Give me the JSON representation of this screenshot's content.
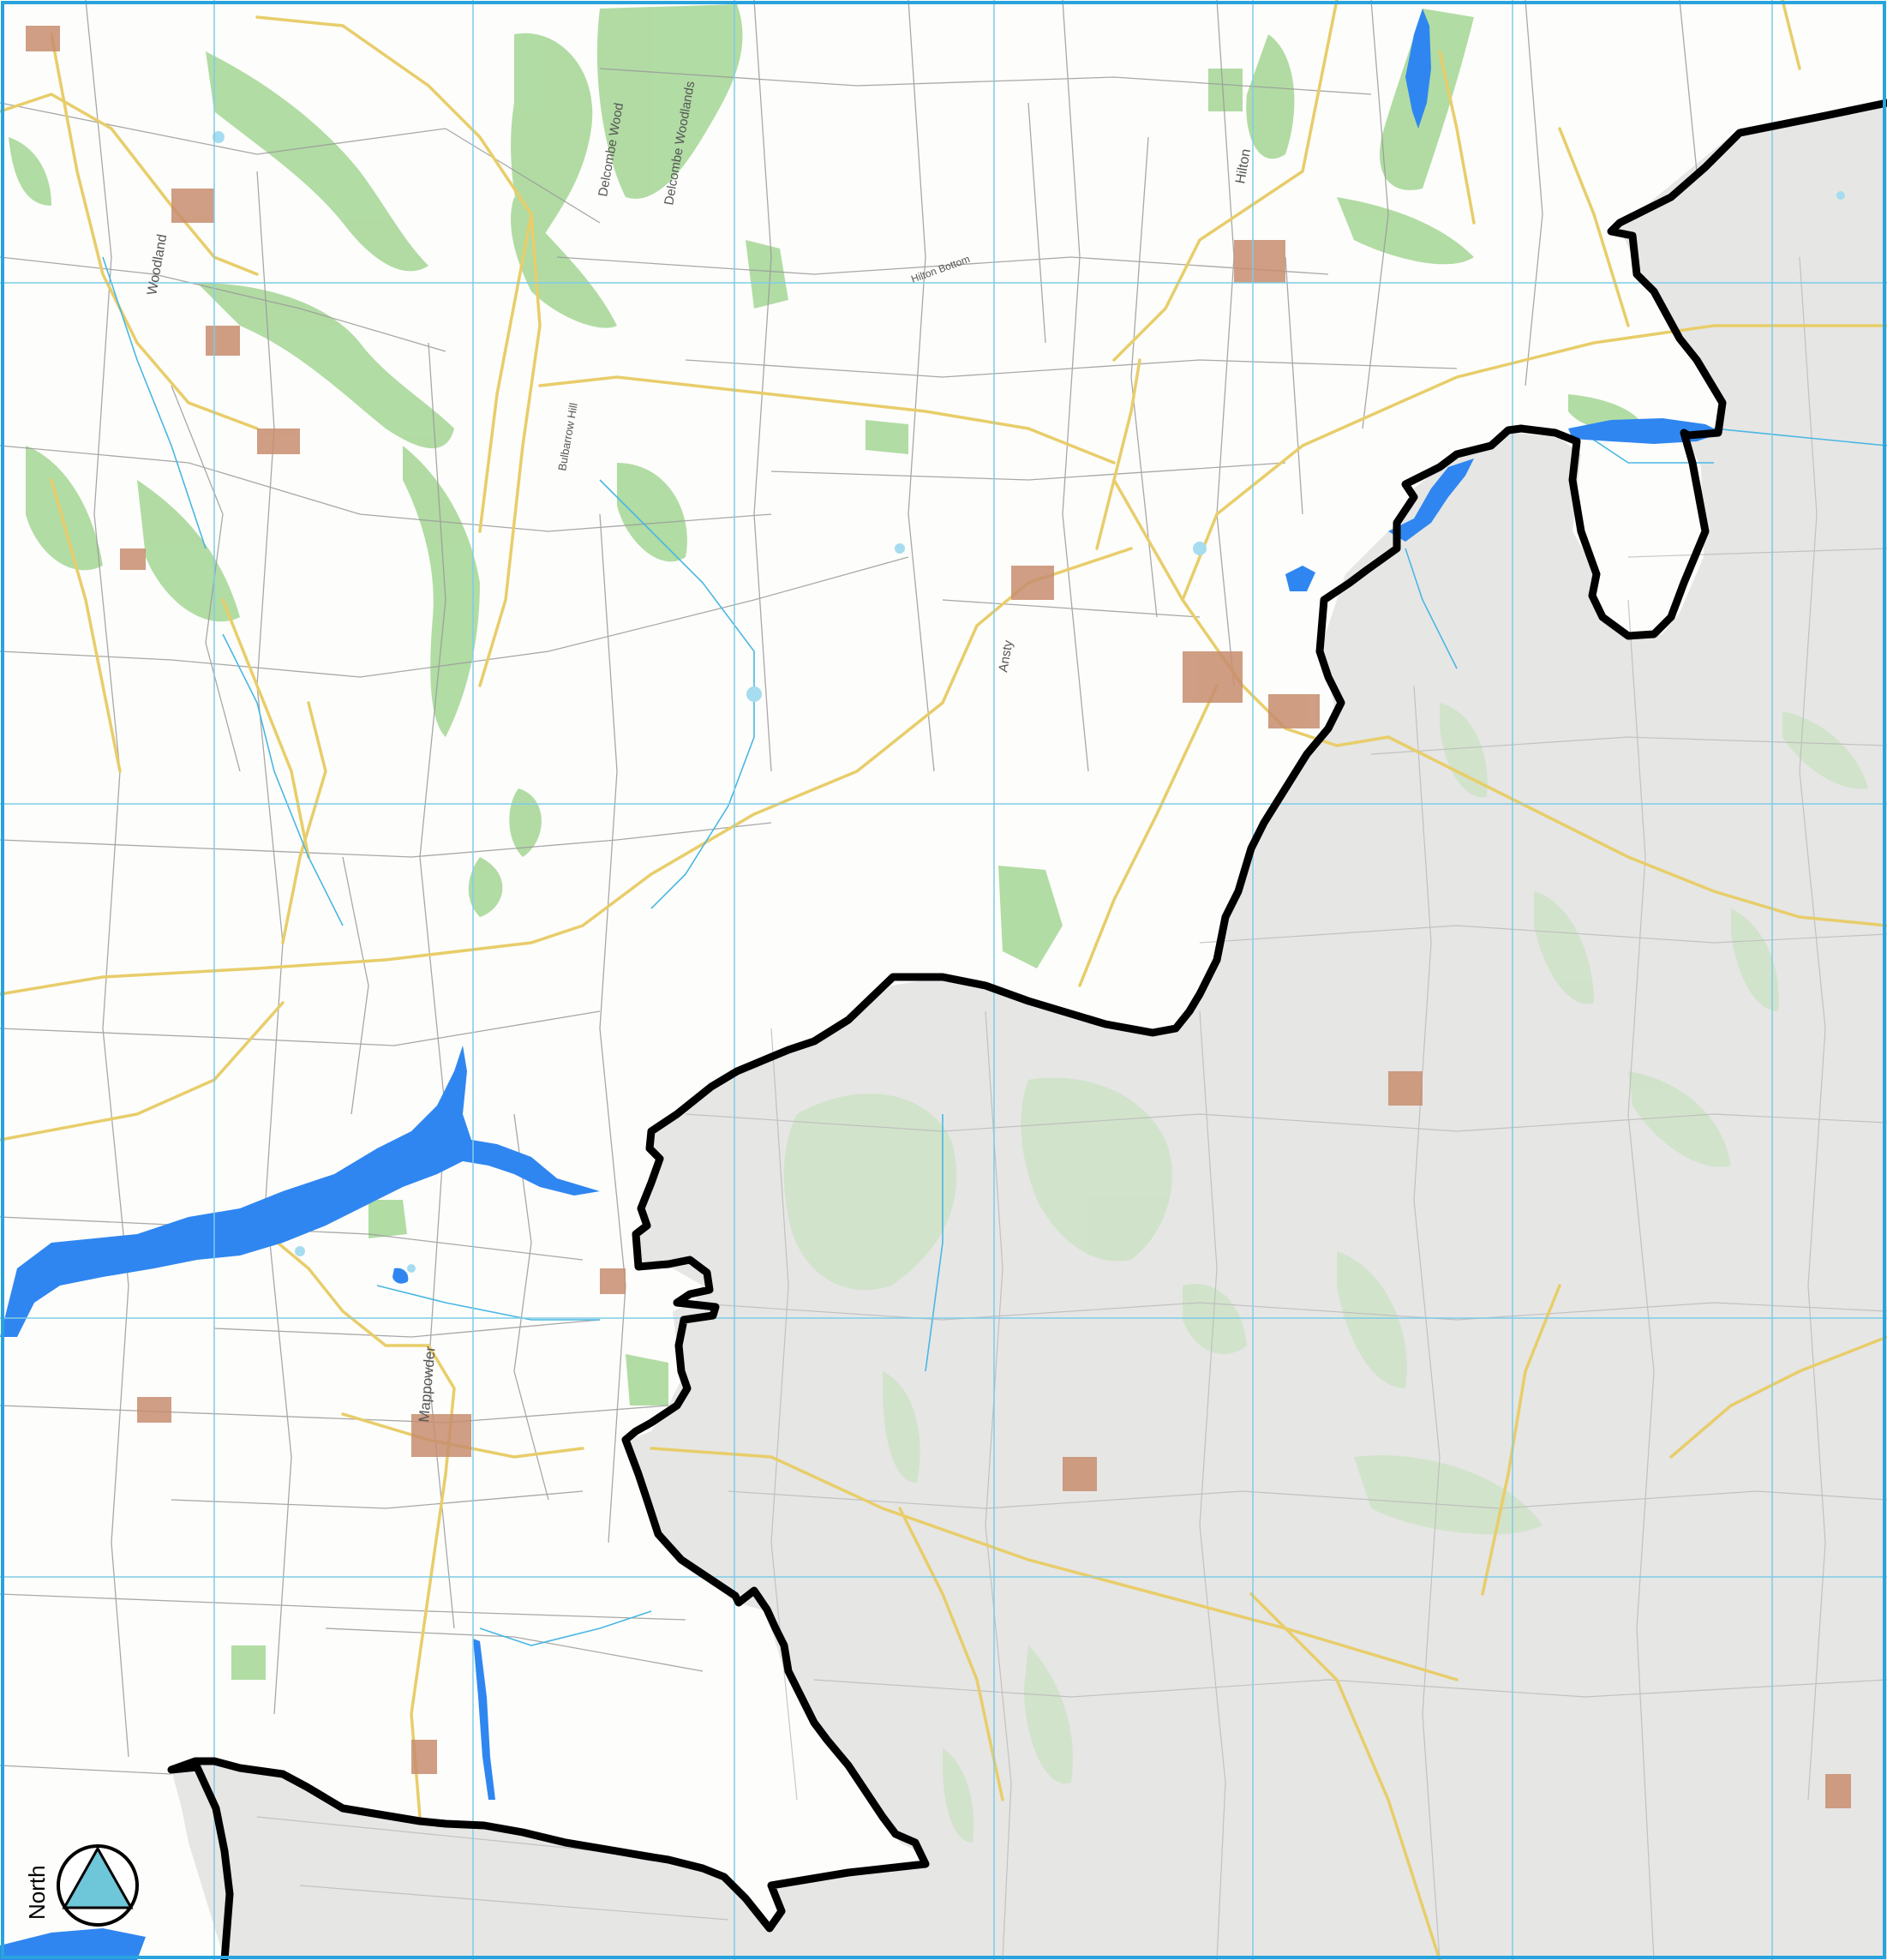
{
  "map": {
    "type": "ordnance-survey-style landscape map with boundary overlay",
    "colors": {
      "frame": "#29a3dc",
      "grid": "#7fcbe6",
      "water": "#2f86f0",
      "woodland": "#a9d89a",
      "woodland_outside": "#cfe2c8",
      "road": "#e8cd6a",
      "field_line": "#9a9a9a",
      "boundary": "#000000",
      "outside_area": "#dedede",
      "north_arrow_fill": "#6ec6d9"
    },
    "north_arrow": {
      "label": "North",
      "icon": "north-arrow-icon"
    },
    "place_labels": {
      "woodland": "Woodland",
      "delcombe_wood": "Delcombe Wood",
      "delcombe_woodlands": "Delcombe Woodlands",
      "hilton": "Hilton",
      "hilton_bottom": "Hilton Bottom",
      "mappowder": "Mappowder",
      "bulbarrow_hill": "Bulbarrow Hill",
      "ansty": "Ansty"
    }
  }
}
